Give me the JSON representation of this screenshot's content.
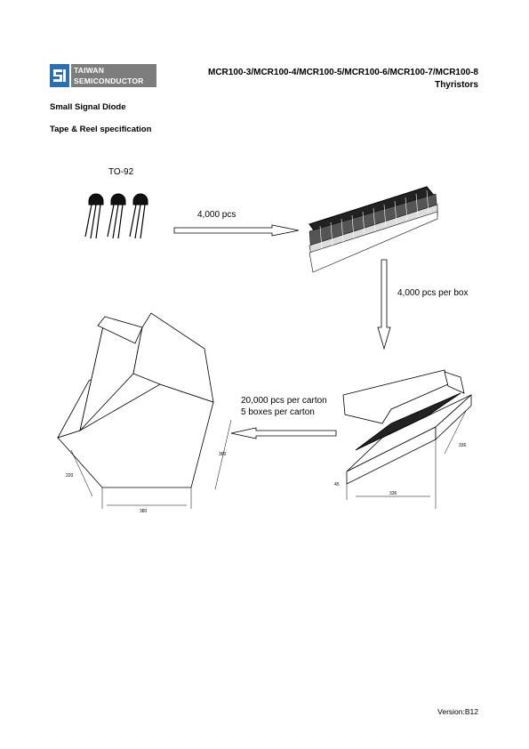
{
  "header": {
    "logo_line1": "TAIWAN",
    "logo_line2": "SEMICONDUCTOR",
    "title_line1": "MCR100-3/MCR100-4/MCR100-5/MCR100-6/MCR100-7/MCR100-8",
    "title_line2": "Thyristors"
  },
  "sections": {
    "subtitle": "Small Signal Diode",
    "heading": "Tape & Reel specification"
  },
  "diagram": {
    "package_label": "TO-92",
    "arrow1_label": "4,000 pcs",
    "arrow2_label": "4,000 pcs per box",
    "arrow3_line1": "20,000 pcs per carton",
    "arrow3_line2": "5 boxes per carton",
    "box_dim_width": "336",
    "box_dim_depth": "336",
    "box_dim_height": "45",
    "carton_dim_width": "380",
    "carton_dim_depth": "360",
    "carton_dim_height": "220"
  },
  "footer": {
    "version": "Version:B12"
  }
}
